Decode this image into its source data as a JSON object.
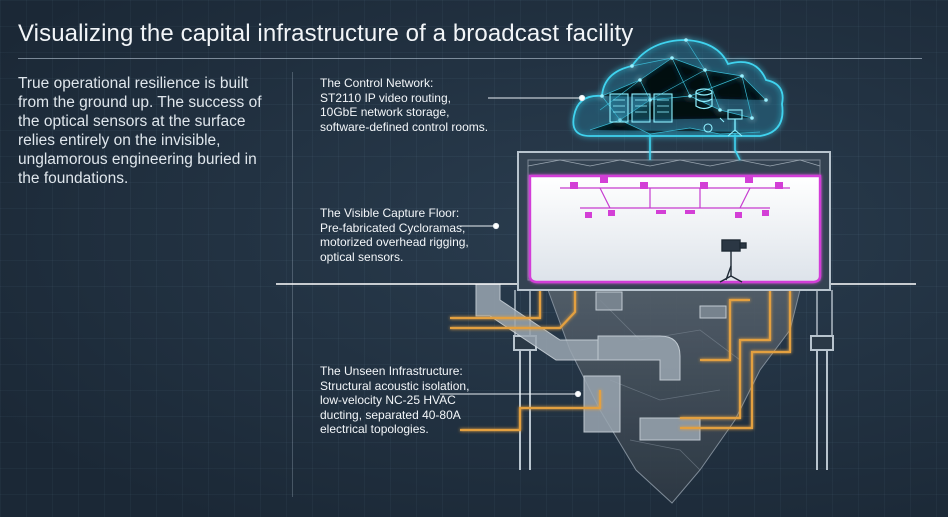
{
  "title": "Visualizing the capital infrastructure of a broadcast facility",
  "intro": "True operational resilience is built from the ground up. The success of the optical sensors at the surface relies entirely on the invisible, unglamorous engineering buried in the foundations.",
  "callouts": {
    "network": {
      "heading": "The Control Network:",
      "body": "ST2110 IP video routing,\n10GbE network storage,\nsoftware-defined control rooms."
    },
    "floor": {
      "heading": "The Visible Capture Floor:",
      "body": "Pre-fabricated Cycloramas,\nmotorized overhead rigging,\noptical sensors."
    },
    "infrastructure": {
      "heading": "The Unseen Infrastructure:",
      "body": "Structural acoustic isolation,\nlow-velocity NC-25 HVAC\nducting, separated 40-80A\nelectrical topologies."
    }
  },
  "colors": {
    "background": "#243343",
    "cloud_glow": "#35d2f0",
    "cyclorama_edge": "#d23ed8",
    "power_conduit": "#e3a040",
    "structure": "#b8c4ce"
  },
  "icons": [
    "cloud-network-icon",
    "server-rack-icon",
    "database-icon",
    "camera-icon",
    "lighting-fixture-icon"
  ]
}
